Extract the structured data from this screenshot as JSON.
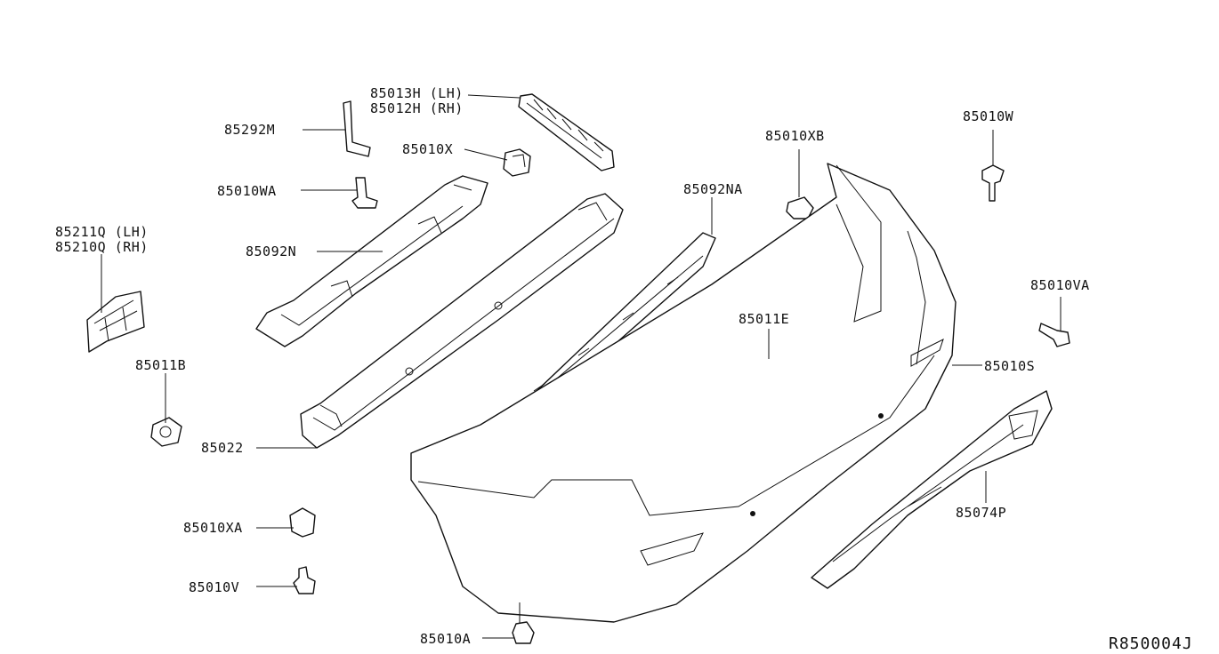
{
  "diagram": {
    "reference_code": "R850004J",
    "labels": {
      "p85013H": "85013H (LH)",
      "p85012H": "85012H (RH)",
      "p85292M": "85292M",
      "p85010X": "85010X",
      "p85010XB": "85010XB",
      "p85010W": "85010W",
      "p85010WA": "85010WA",
      "p85092NA": "85092NA",
      "p85211Q": "85211Q (LH)",
      "p85210Q": "85210Q (RH)",
      "p85092N": "85092N",
      "p85010VA": "85010VA",
      "p85011E": "85011E",
      "p85011B": "85011B",
      "p85010S": "85010S",
      "p85022": "85022",
      "p85074P": "85074P",
      "p85010XA": "85010XA",
      "p85010V": "85010V",
      "p85010A": "85010A"
    }
  }
}
